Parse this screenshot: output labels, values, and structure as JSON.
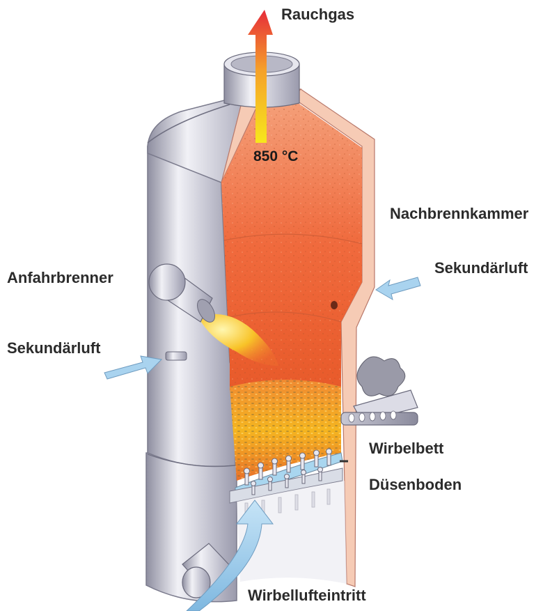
{
  "labels": {
    "flue_gas": "Rauchgas",
    "temperature": "850 °C",
    "afterburner": "Nachbrennkammer",
    "secondary_air_right": "Sekundärluft",
    "startup_burner": "Anfahrbrenner",
    "secondary_air_left": "Sekundärluft",
    "fluidized_bed": "Wirbelbett",
    "nozzle_floor": "Düsenboden",
    "fluid_air_inlet": "Wirbellufteintritt"
  },
  "colors": {
    "steel": "#c9c9d4",
    "chamber_hot": "#f26a3c",
    "chamber_warm": "#f7a27a",
    "refractory_lining": "#f4c0a8",
    "bed_yellow": "#f5b21e",
    "air_arrow": "#a9d3ef",
    "flue_arrow_top": "#e8303a",
    "flue_arrow_bottom": "#f6e21c"
  }
}
